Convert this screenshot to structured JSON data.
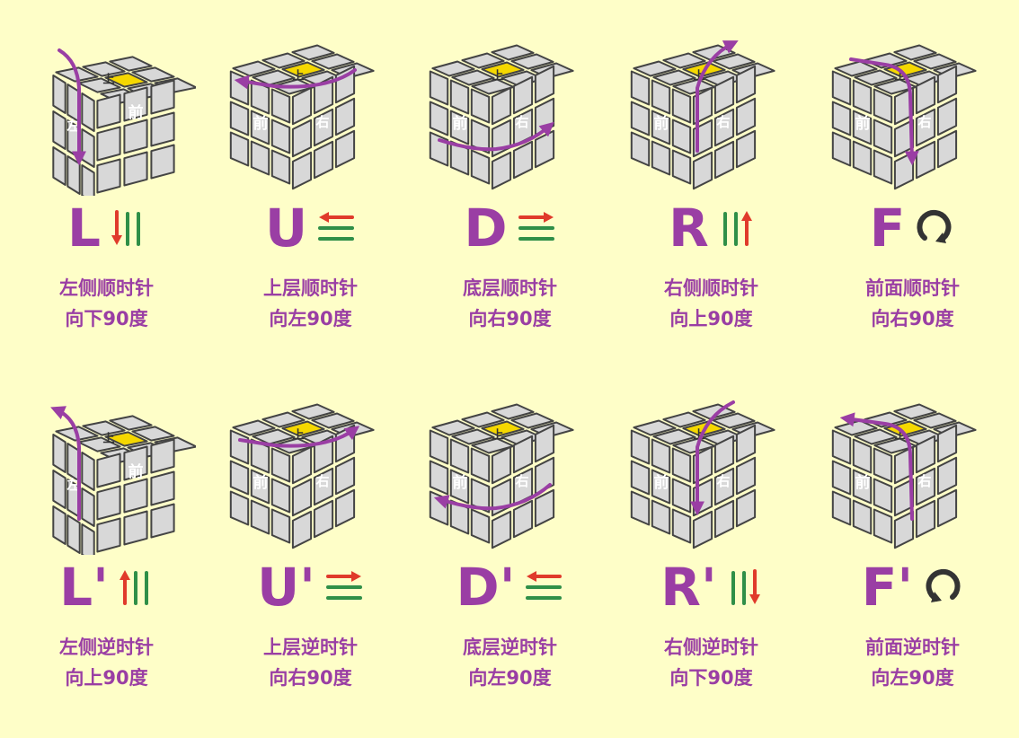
{
  "labels": {
    "top": "上",
    "front": "前",
    "left": "左",
    "right": "右"
  },
  "colors": {
    "background": "#fefec8",
    "purple": "#9a3ea4",
    "sticker": "#d8d8d8",
    "sticker_edge": "#444444",
    "top_center": "#f5d800",
    "red_arrow": "#e03a2b",
    "green_bar": "#2f8f48",
    "rotate_icon": "#333333"
  },
  "moves": [
    {
      "id": "L",
      "letter": "L",
      "line1": "左侧顺时针",
      "line2": "向下90度",
      "side_face": "left",
      "arrow": "left-down",
      "symbol": "bars-red-first-down"
    },
    {
      "id": "U",
      "letter": "U",
      "line1": "上层顺时针",
      "line2": "向左90度",
      "side_face": "right",
      "arrow": "top-left",
      "symbol": "lines-red-top-left"
    },
    {
      "id": "D",
      "letter": "D",
      "line1": "底层顺时针",
      "line2": "向右90度",
      "side_face": "right",
      "arrow": "bottom-right",
      "symbol": "lines-red-bottom-right"
    },
    {
      "id": "R",
      "letter": "R",
      "line1": "右侧顺时针",
      "line2": "向上90度",
      "side_face": "right",
      "arrow": "right-up",
      "symbol": "bars-red-last-up"
    },
    {
      "id": "F",
      "letter": "F",
      "line1": "前面顺时针",
      "line2": "向右90度",
      "side_face": "right",
      "arrow": "front-cw",
      "symbol": "rotate-cw"
    },
    {
      "id": "Lp",
      "letter": "L'",
      "line1": "左侧逆时针",
      "line2": "向上90度",
      "side_face": "left",
      "arrow": "left-up",
      "symbol": "bars-red-first-up"
    },
    {
      "id": "Up",
      "letter": "U'",
      "line1": "上层逆时针",
      "line2": "向右90度",
      "side_face": "right",
      "arrow": "top-right",
      "symbol": "lines-red-top-right"
    },
    {
      "id": "Dp",
      "letter": "D'",
      "line1": "底层逆时针",
      "line2": "向左90度",
      "side_face": "right",
      "arrow": "bottom-left",
      "symbol": "lines-red-bottom-left"
    },
    {
      "id": "Rp",
      "letter": "R'",
      "line1": "右侧逆时针",
      "line2": "向下90度",
      "side_face": "right",
      "arrow": "right-down",
      "symbol": "bars-red-last-down"
    },
    {
      "id": "Fp",
      "letter": "F'",
      "line1": "前面逆时针",
      "line2": "向左90度",
      "side_face": "right",
      "arrow": "front-ccw",
      "symbol": "rotate-ccw"
    }
  ]
}
